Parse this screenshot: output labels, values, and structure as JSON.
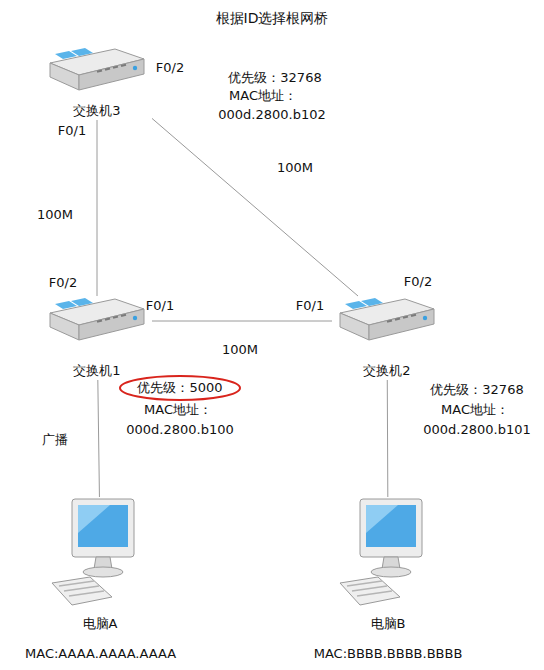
{
  "diagram": {
    "title": "根据ID选择根网桥",
    "nodes": [
      {
        "text": [
          "交换机3"
        ]
      },
      {
        "text": [
          "交换机1"
        ]
      },
      {
        "text": [
          "交换机2"
        ]
      },
      {
        "text": [
          "电脑A",
          "MAC:AAAA.AAAA.AAAA"
        ]
      },
      {
        "text": [
          "电脑B",
          "MAC:BBBB.BBBB.BBBB"
        ]
      }
    ],
    "edges": [
      {
        "from": 0,
        "to": 1,
        "arrow": "none",
        "label": "100M"
      },
      {
        "from": 0,
        "to": 2,
        "arrow": "none",
        "label": "100M"
      },
      {
        "from": 1,
        "to": 2,
        "arrow": "none",
        "label": "100M"
      },
      {
        "from": 1,
        "to": 3,
        "arrow": "none",
        "label": "广播"
      },
      {
        "from": 2,
        "to": 4,
        "arrow": "none"
      }
    ],
    "labels": [
      "F0/2",
      "F0/1",
      "优先级：32768",
      "MAC地址：",
      "000d.2800.b102",
      "F0/2",
      "F0/1",
      "优先级：5000",
      "MAC地址：",
      "000d.2800.b100",
      "F0/1",
      "F0/2",
      "优先级：32768",
      "MAC地址：",
      "000d.2800.b101"
    ]
  }
}
